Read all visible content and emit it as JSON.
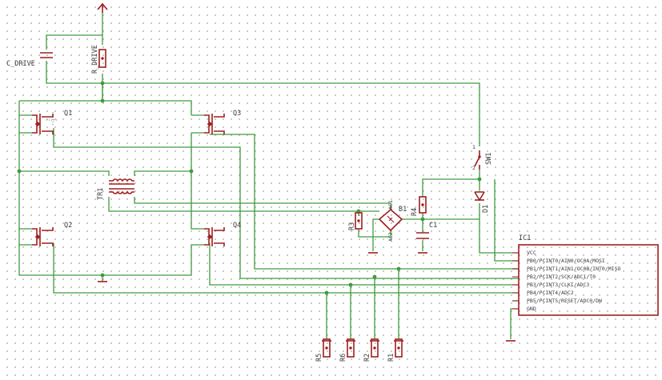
{
  "labels": {
    "c_drive": "C_DRIVE",
    "r_drive": "R_DRIVE",
    "q1": "Q1",
    "q2": "Q2",
    "q3": "Q3",
    "q4": "Q4",
    "tr1": "TR1",
    "sw1": "SW1",
    "ac1": "AC1",
    "ac2": "AC2",
    "b1": "B1",
    "r3": "R3",
    "r4": "R4",
    "c1": "C1",
    "d1": "D1",
    "ic1": "IC1",
    "r1": "R1",
    "r2": "R2",
    "r5": "R5",
    "r6": "R6",
    "sw_pin1": "1",
    "sw_pin2": "2"
  },
  "ic1_pins": [
    "VCC",
    "PB0/PCINT0/AIN0/OC0A/MOSI",
    "PB1/PCINT1/AIN1/OC0B/INT0/MISO",
    "PB2/PCINT2/SCK/ADC1/T0",
    "PB3/PCINT3/CLKI/ADC3",
    "PB4/PCINT4/ADC2",
    "PB5/PCINT5/RESET/ADC0/DW",
    "GND"
  ],
  "colors": {
    "wire": "#3f9b3f",
    "component": "#9e1f1f",
    "text": "#3c3c3c",
    "grid": "#b8b8b8"
  }
}
